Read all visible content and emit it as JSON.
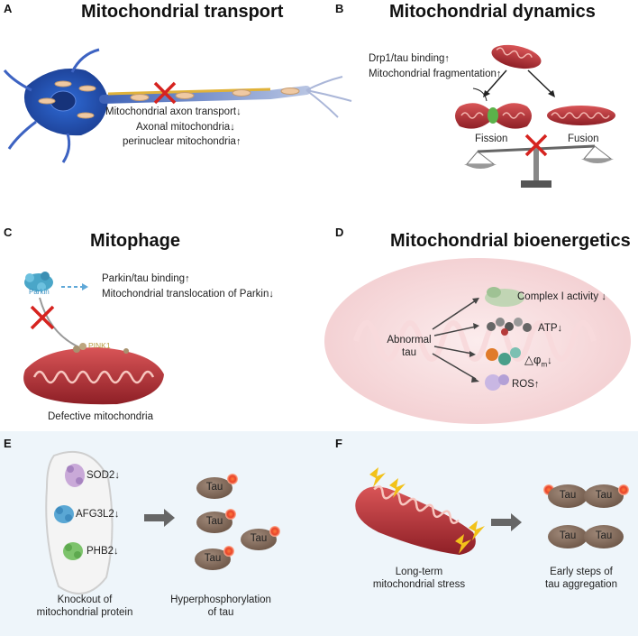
{
  "panels": {
    "A": {
      "label": "A",
      "title": "Mitochondrial transport",
      "lines": [
        "Mitochondrial axon transport",
        "Axonal mitochondria",
        "perinuclear mitochondria"
      ],
      "arrows": [
        "↓",
        "↓",
        "↑"
      ]
    },
    "B": {
      "label": "B",
      "title": "Mitochondrial dynamics",
      "lines": [
        "Drp1/tau binding",
        "Mitochondrial fragmentation"
      ],
      "arrows": [
        "↑",
        "↑"
      ],
      "fission": "Fission",
      "fusion": "Fusion"
    },
    "C": {
      "label": "C",
      "title": "Mitophage",
      "lines": [
        "Parkin/tau binding",
        "Mitochondrial translocation of Parkin"
      ],
      "arrows": [
        "↑",
        "↓"
      ],
      "parkin": "Parkin",
      "pink1": "PINK1",
      "caption": "Defective mitochondria"
    },
    "D": {
      "label": "D",
      "title": "Mitochondrial bioenergetics",
      "source_line1": "Abnormal",
      "source_line2": "tau",
      "complex": "Complex I activity",
      "complex_arrow": "↓",
      "atp": "ATP",
      "atp_arrow": "↓",
      "delta": "△φ",
      "delta_sub": "m",
      "delta_arrow": "↓",
      "ros": "ROS",
      "ros_arrow": "↑"
    },
    "E": {
      "label": "E",
      "proteins": [
        {
          "name": "SOD2",
          "arrow": "↓"
        },
        {
          "name": "AFG3L2",
          "arrow": "↓"
        },
        {
          "name": "PHB2",
          "arrow": "↓"
        }
      ],
      "caption_left_1": "Knockout of",
      "caption_left_2": "mitochondrial protein",
      "caption_right_1": "Hyperphosphorylation",
      "caption_right_2": "of tau",
      "tau": "Tau"
    },
    "F": {
      "label": "F",
      "caption_left_1": "Long-term",
      "caption_left_2": "mitochondrial stress",
      "caption_right_1": "Early steps of",
      "caption_right_2": "tau aggregation",
      "tau": "Tau"
    }
  },
  "colors": {
    "cross": "#d6231f",
    "mito": "#b8343a",
    "mito_light": "#e27a7a",
    "tau": "#8a7060",
    "phospho": "#e8442a",
    "bg_bottom": "#eef6fb"
  }
}
